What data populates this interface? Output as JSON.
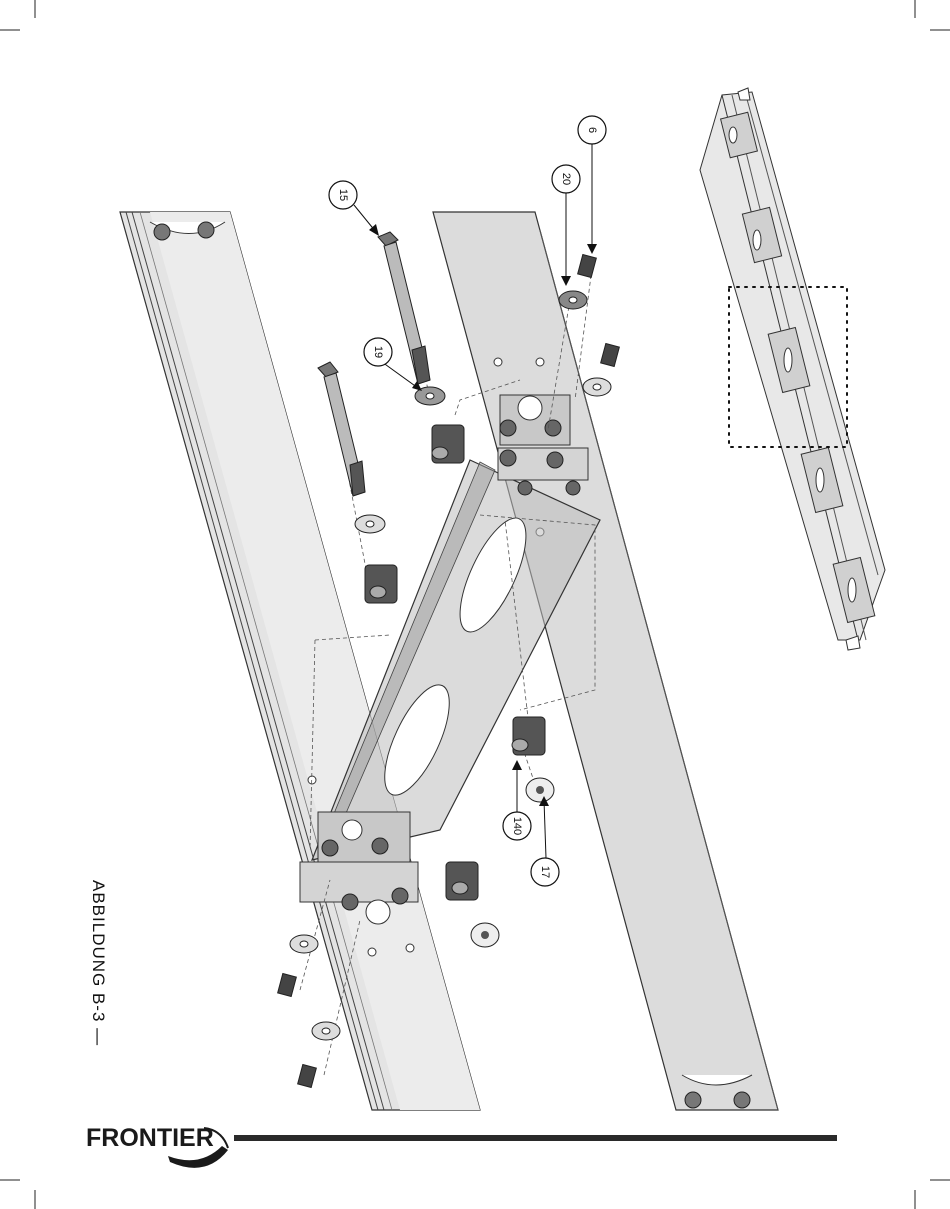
{
  "figure": {
    "title": "ABBILDUNG B-3 —"
  },
  "callouts": [
    {
      "id": "6",
      "label": "6"
    },
    {
      "id": "20",
      "label": "20"
    },
    {
      "id": "15",
      "label": "15"
    },
    {
      "id": "19",
      "label": "19"
    },
    {
      "id": "140",
      "label": "140"
    },
    {
      "id": "17",
      "label": "17"
    }
  ],
  "footer": {
    "brand": "FRONTIER",
    "brand_icon": "saw-blade-swoosh-logo"
  },
  "colors": {
    "rail_fill": "#e6e6e6",
    "bracket_fill": "#cfcfcf",
    "hardware": "#6f6f6f",
    "outline": "#333333",
    "footer_rule": "#2a2a2a"
  }
}
